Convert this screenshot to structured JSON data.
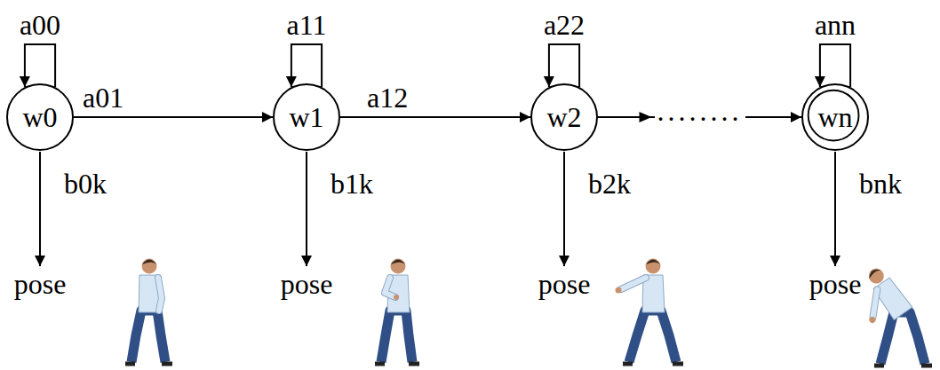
{
  "diagram": {
    "nodes": [
      {
        "text": [
          "w0"
        ]
      },
      {
        "text": [
          "w1"
        ]
      },
      {
        "text": [
          "w2"
        ]
      },
      {
        "text": [
          "wn"
        ]
      }
    ],
    "edges": [
      {
        "from": 0,
        "to": 0,
        "arrow": "to",
        "label": "a00"
      },
      {
        "from": 0,
        "to": 1,
        "arrow": "to",
        "label": "a01"
      },
      {
        "from": 1,
        "to": 1,
        "arrow": "to",
        "label": "a11"
      },
      {
        "from": 1,
        "to": 2,
        "arrow": "to",
        "label": "a12"
      },
      {
        "from": 2,
        "to": 2,
        "arrow": "to",
        "label": "a22"
      },
      {
        "from": 2,
        "to": 3,
        "arrow": "to",
        "label": "........"
      },
      {
        "from": 3,
        "to": 3,
        "arrow": "to",
        "label": "ann"
      }
    ],
    "labels": [
      "b0k",
      "pose",
      "b1k",
      "pose",
      "b2k",
      "pose",
      "bnk",
      "pose"
    ]
  }
}
